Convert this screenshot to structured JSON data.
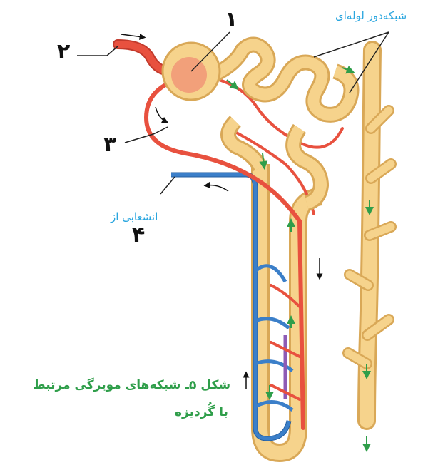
{
  "labels": {
    "n1": "۱",
    "n2": "۲",
    "n3": "۳",
    "n4": "۴",
    "peritubular": "شبکه‌دور لوله‌ای",
    "efferent": "انشعابی از",
    "caption_line1": "شکل ۵ـ شبکه‌های مویرگی مرتبط",
    "caption_line2": "با گُردیزه"
  },
  "colors": {
    "artery": "#e8513f",
    "artery_dark": "#c23a2c",
    "vein": "#3b7fc9",
    "vein_dark": "#245fa0",
    "tubule": "#f6d38c",
    "tubule_edge": "#d9a857",
    "flow_arrow_green": "#2f9e4a",
    "label_blue": "#2aa6df"
  }
}
